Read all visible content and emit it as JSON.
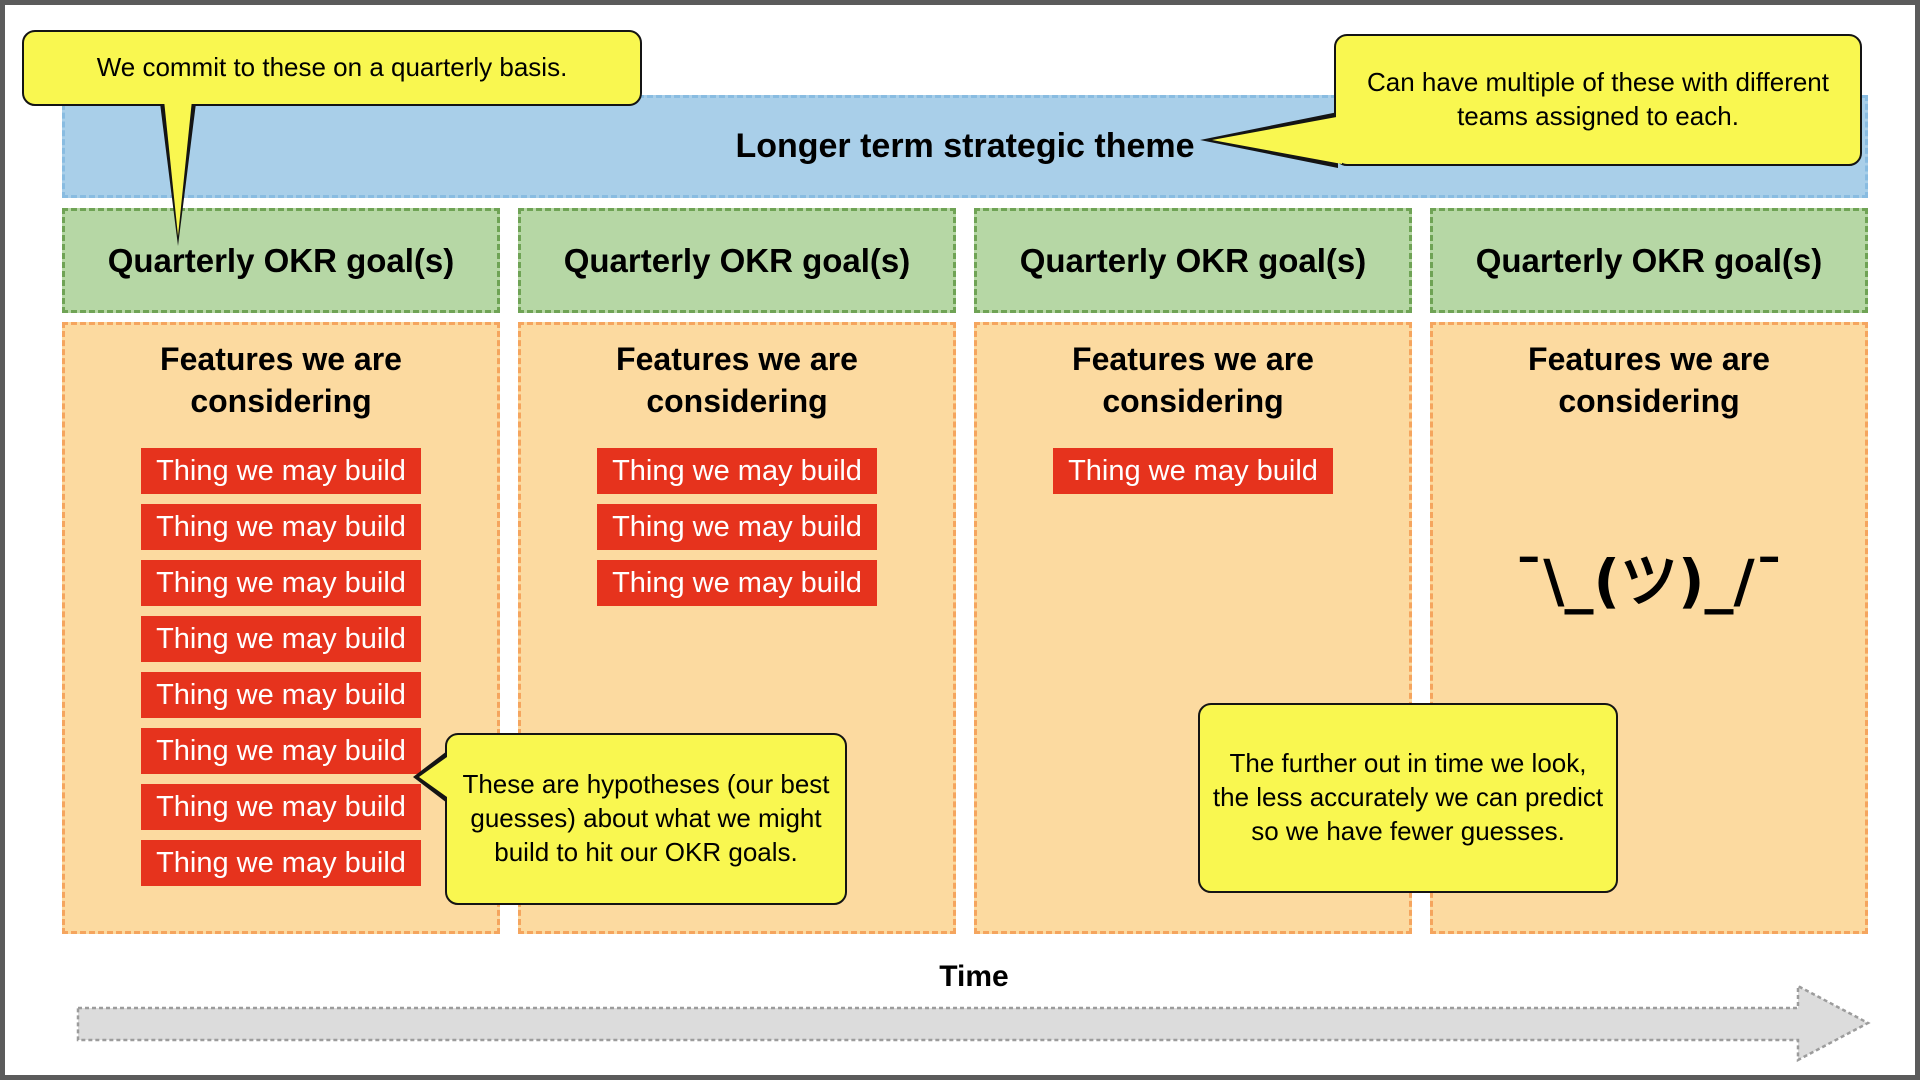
{
  "theme": {
    "label": "Longer term strategic theme"
  },
  "columns": [
    {
      "goal": "Quarterly OKR goal(s)",
      "features_header": "Features we are considering",
      "things": [
        "Thing we may build",
        "Thing we may build",
        "Thing we may build",
        "Thing we may build",
        "Thing we may build",
        "Thing we may build",
        "Thing we may build",
        "Thing we may build"
      ]
    },
    {
      "goal": "Quarterly OKR goal(s)",
      "features_header": "Features we are considering",
      "things": [
        "Thing we may build",
        "Thing we may build",
        "Thing we may build"
      ]
    },
    {
      "goal": "Quarterly OKR goal(s)",
      "features_header": "Features we are considering",
      "things": [
        "Thing we may build"
      ]
    },
    {
      "goal": "Quarterly OKR goal(s)",
      "features_header": "Features we are considering",
      "things": [],
      "shrug": "¯\\_(ツ)_/¯"
    }
  ],
  "callouts": {
    "commit": {
      "text": "We commit to these on a quarterly basis."
    },
    "multiple": {
      "text": "Can have multiple of these with different teams assigned to each."
    },
    "hypotheses": {
      "text": "These are hypotheses (our best guesses) about what we might build to hit our OKR goals."
    },
    "further_out": {
      "text": "The further out in time we look, the less accurately we can predict so we have fewer guesses."
    }
  },
  "timeline": {
    "label": "Time"
  },
  "colors": {
    "frame_color": "#5B5B5B",
    "theme_fill": "#A9CFE9",
    "theme_border": "#89BCE1",
    "goal_fill": "#B6D7A5",
    "goal_border": "#6FA355",
    "features_fill": "#FCDAA0",
    "features_border": "#F5A55E",
    "thing_fill": "#E6331D",
    "thing_text": "#FFFFFF",
    "callout_fill": "#F9F750",
    "callout_border": "#141414",
    "arrow_fill": "#DCDCDC",
    "arrow_stroke": "#9C9C9C"
  }
}
